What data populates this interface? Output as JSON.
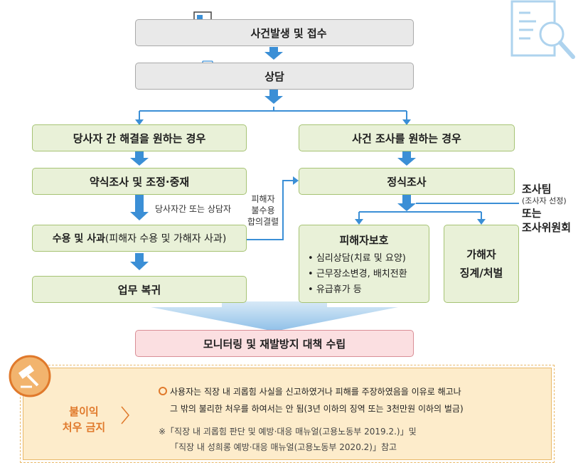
{
  "steps": {
    "receipt": "사건발생 및 접수",
    "consult": "상담"
  },
  "left": {
    "heading": "당사자 간 해결을 원하는 경우",
    "informal": "약식조사 및 조정·중재",
    "between_label": "당사자간 또는 상담자",
    "accept_bold": "수용 및 사과",
    "accept_rest": "(피해자 수용 및 가해자 사과)",
    "return": "업무 복귀"
  },
  "right": {
    "heading": "사건 조사를 원하는 경우",
    "formal": "정식조사",
    "investigator": {
      "line1": "조사팀",
      "line2": "(조사자 선정)",
      "line3": "또는",
      "line4": "조사위원회"
    },
    "victim_protection": {
      "title": "피해자보호",
      "items": [
        "심리상담(치료 및 요양)",
        "근무장소변경, 배치전환",
        "유급휴가 등"
      ]
    },
    "perpetrator": {
      "line1": "가해자",
      "line2": "징계/처벌"
    }
  },
  "side_label": {
    "line1": "피해자",
    "line2": "불수용",
    "line3": "합의결렬"
  },
  "monitoring": "모니터링 및 재발방지 대책 수립",
  "notice": {
    "title_line1": "불이익",
    "title_line2": "처우 금지",
    "bullet_line1": "사용자는 직장 내 괴롭힘 사실을 신고하였거나 피해를 주장하였음을 이유로 해고나",
    "bullet_line2": "그 밖의 불리한 처우를 하여서는 안 됨(3년 이하의 징역 또는 3천만원 이하의 벌금)",
    "ref_line1": "※「직장 내 괴롭힘 판단 및 예방·대응 매뉴얼(고용노동부 2019.2.)」및",
    "ref_line2": "「직장 내 성희롱 예방·대응 매뉴얼(고용노동부 2020.2)」참고"
  },
  "colors": {
    "arrow_blue": "#3b8fd6",
    "gray_box": "#e9e9e9",
    "green_box": "#e9f1d8",
    "pink_box": "#fbdfe1",
    "notice_bg": "#fdeccb",
    "notice_accent": "#e0792b"
  },
  "icons": [
    "document-search-icon",
    "consultation-icon",
    "magnifier-document-icon",
    "gavel-icon"
  ]
}
